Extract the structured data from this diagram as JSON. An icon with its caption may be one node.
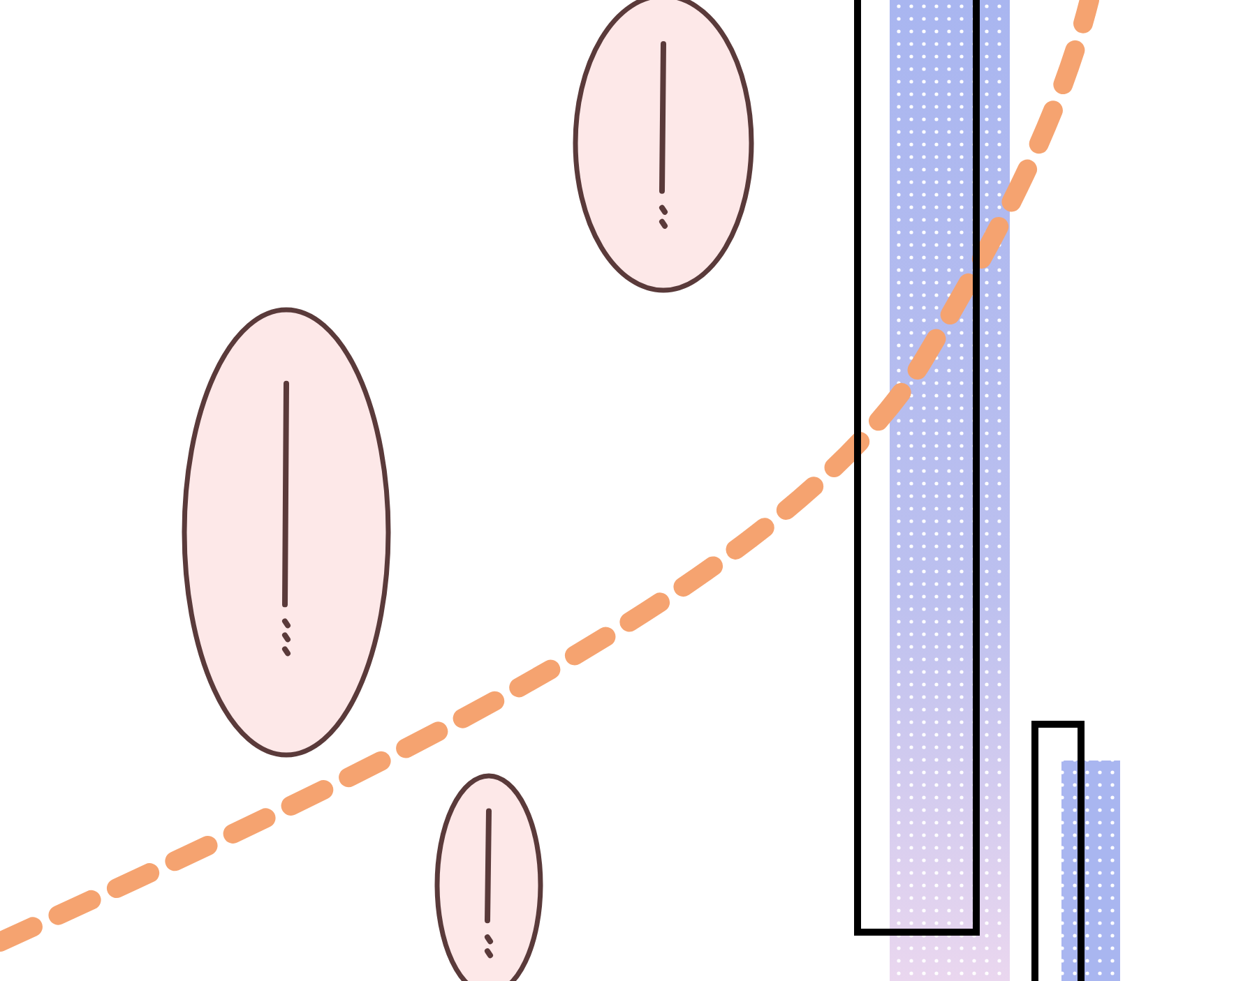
{
  "diagram": {
    "nodes": [
      {
        "text": [],
        "shape": "ellipse"
      },
      {
        "text": [],
        "shape": "ellipse"
      },
      {
        "text": [],
        "shape": "ellipse"
      }
    ]
  }
}
